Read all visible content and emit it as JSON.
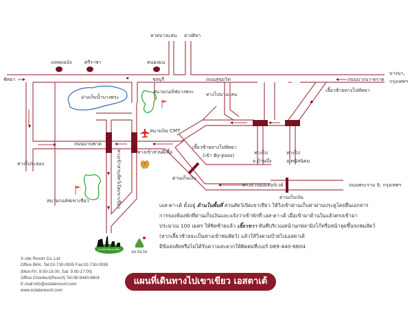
{
  "map": {
    "title": "แผนที่เดินทางไปเขาเขียว เอสตาเต้",
    "labels": {
      "hat_bang_saen": "หาดบางแสน",
      "ang_sila": "อ่างศิลา",
      "laem_chabang": "แหลมฉบัง",
      "si_racha": "ศรีราชา",
      "nong_mon": "หนองมน",
      "chonburi": "ชลบุรี",
      "sukhumvit": "ถนนสุขุมวิท",
      "bangna_trat": "ถนนบางนา-ตราด",
      "bangna_bkk_1": "บางนา,",
      "bangna_bkk_2": "กรุงเทพฯ",
      "pattaya": "พัทยา",
      "reservoir": "อ่างเก็บน้ำบางพระ",
      "golf_bangphra": "สนามกอล์ฟบางพระ",
      "to_bangsaen": "ทางไปบางแสน",
      "turn_left_pattaya": "เลี้ยวซ้ายทางไปพัทยา",
      "airport": "สนามบิน CMT",
      "mabprachan": "ถนนมาบพาด",
      "to_rayong": "ทางไประยอง",
      "zoo_entrance_road": "ทางเข้าสวนสัตว์เปิดเขาเขียว",
      "tiger_park_entrance": "ทางเข้าสวนผีเสื้อ",
      "turn_left_bypass_1": "เลี้ยวซ้ายทางไปพัทยา",
      "turn_left_bypass_2": "(เข้า By-pass)",
      "to_banbueng_1": "ทางไป",
      "to_banbueng_2": "อ.บ้านบึง",
      "to_phanat_1": "ทางไป",
      "to_phanat_2": "อ.พนัสนิคม",
      "toll_1": "ด่านเก็บเงิน",
      "toll_2": "ด่านเก็บเงิน",
      "motorway": "ทางด่วนมอเตอร์เวย์",
      "rama9": "ถนนพระราม 9, กรุงเทพฯ",
      "golf_khaokheow": "สนามกอล์ฟเขาเขียว"
    },
    "colors": {
      "road": "#a8414f",
      "marker": "#7a1020",
      "lake": "#2f6fc0",
      "golf": "#22a82a",
      "airport": "#e02020",
      "banner": "#8b1a2a"
    }
  },
  "directions": {
    "line1_a": "เอส-ตา-เต้ ตั้งอยู่ ",
    "line1_b": "ด้านในพื้นที่",
    "line1_c": " สวนสัตว์เปิดเขาเขียว ให้วิ่งเข้าด่านเก็บค่าผ่านประตูโดยยื่นเอกสาร",
    "line2": "การจองห้องพักที่ด่านเก็บเงินและแจ้งว่าเข้าพักที่ เอส-ตา-เต้      เมื่อเข้ามาด้านในแล้วตรงเข้ามา",
    "line3_a": "ประมาณ 100 เมตร ให้ชิดซ้ายแล้ว ",
    "line3_b": "เลี้ยวขวา",
    "line3_c": " ทันทีบริเวณหน้านกฟลามิงโก้หรือหน้าจุดขึ้นรถชมสัตว์",
    "line4": "(หากเลี้ยวซ้ายจะเป็นทางเข้าชมสัตว์)     แล้วให้วิ่งตามป้ายไปเอสตาเต้",
    "line5": "มีข้อสงสัยหรือไม่ได้รับความสะดวกให้ติดต่อที่เบอร์ 089-440-6604"
  },
  "contact": {
    "company": "X-site Resort Co.,Ltd",
    "office_bkk": "Office BKK. Tel:02-730-0935 Fax:02-730-0938",
    "hours": "(Mon-Fri: 9.00-18.00, Sat: 9.00-17.00)",
    "office_resort": "Office Chonburi(Resort) Tel:08-9440-6604",
    "email": "E-mail:info@estateresort.com",
    "website": "www.estateresort.com"
  },
  "logos": {
    "zoo": "สวนสัตว์เปิดเขาเขียว",
    "estate": "es-ta-te"
  }
}
